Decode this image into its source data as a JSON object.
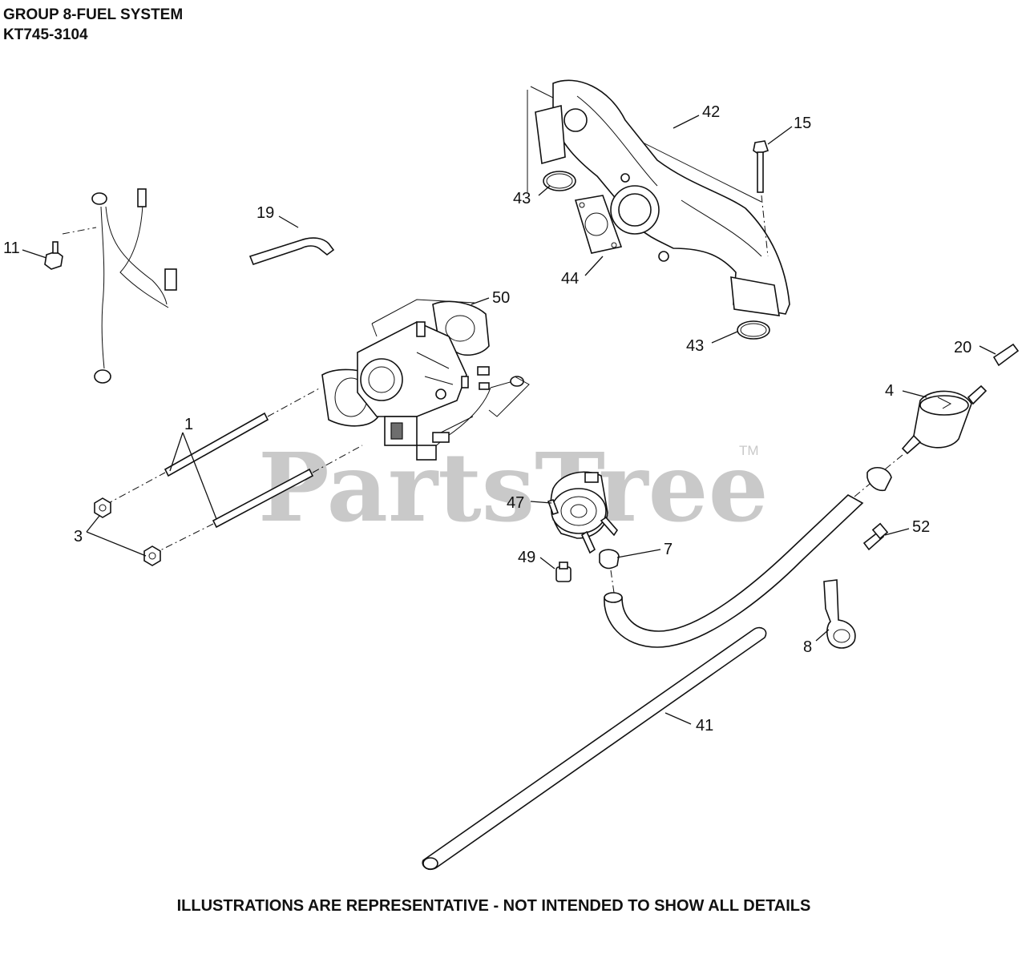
{
  "header": {
    "group_title": "GROUP 8-FUEL SYSTEM",
    "model": "KT745-3104"
  },
  "watermark": {
    "brand": "PartsTree",
    "trademark": "TM"
  },
  "footer": {
    "disclaimer": "ILLUSTRATIONS ARE REPRESENTATIVE - NOT INTENDED TO SHOW ALL DETAILS"
  },
  "callouts": {
    "c1": "1",
    "c3": "3",
    "c4": "4",
    "c7": "7",
    "c8": "8",
    "c11": "11",
    "c15": "15",
    "c19": "19",
    "c20": "20",
    "c41": "41",
    "c42": "42",
    "c43a": "43",
    "c43b": "43",
    "c44": "44",
    "c47": "47",
    "c49": "49",
    "c50": "50",
    "c52": "52"
  }
}
